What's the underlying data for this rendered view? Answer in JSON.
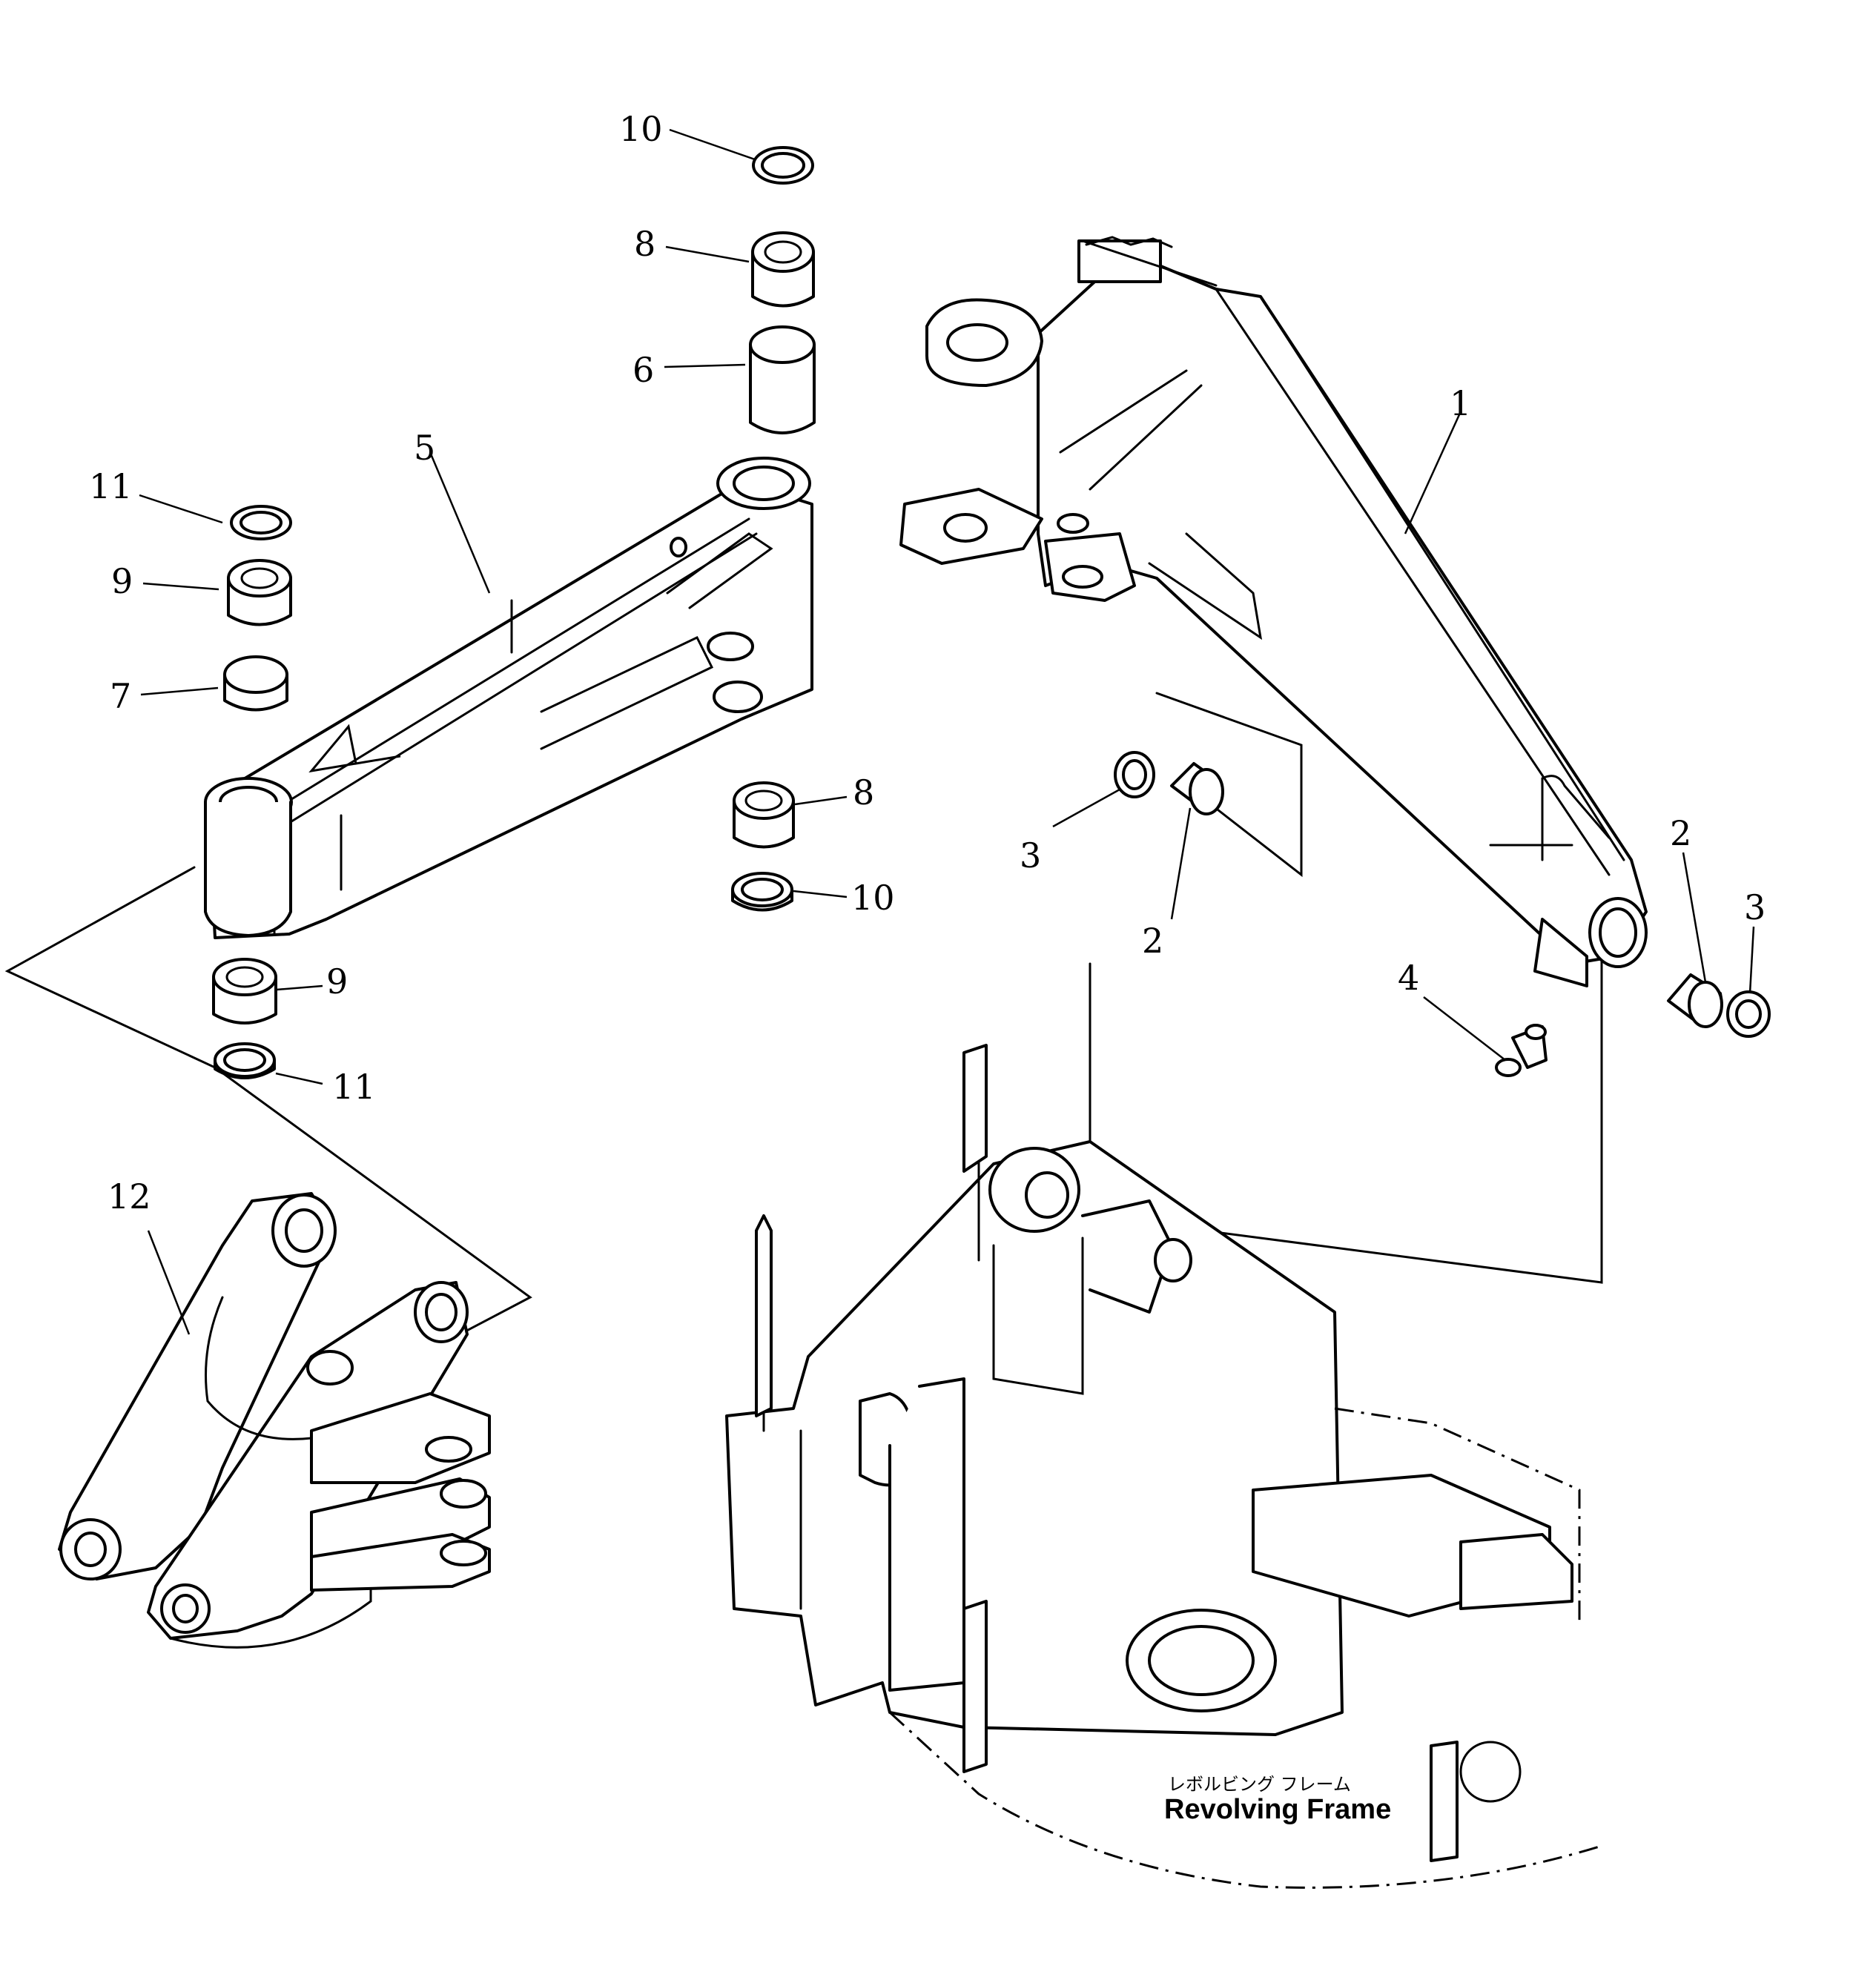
{
  "callouts": [
    "1",
    "2",
    "3",
    "4",
    "5",
    "6",
    "7",
    "8",
    "9",
    "10",
    "11",
    "12"
  ],
  "frame_label": {
    "japanese": "レボルビング フレーム",
    "english": "Revolving Frame"
  },
  "colors": {
    "line": "#000000",
    "background": "#ffffff"
  }
}
